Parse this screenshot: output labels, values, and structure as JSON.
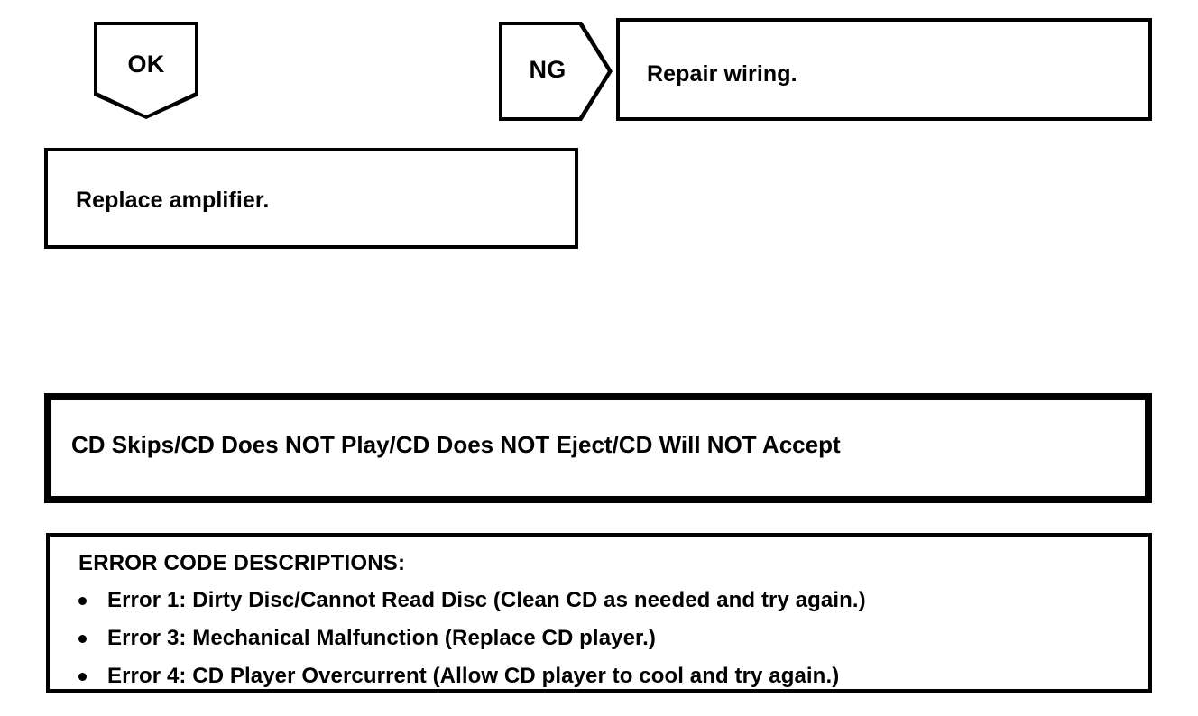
{
  "diagram": {
    "ok_tag": {
      "label": "OK",
      "shape": "pentagon-down"
    },
    "ng_tag": {
      "label": "NG",
      "shape": "pentagon-right"
    },
    "repair_wiring_box": {
      "text": "Repair wiring."
    },
    "replace_amplifier_box": {
      "text": "Replace amplifier."
    },
    "section_title": {
      "text": "CD Skips/CD Does NOT Play/CD Does NOT Eject/CD Will NOT Accept"
    },
    "error_codes": {
      "heading": "ERROR CODE DESCRIPTIONS:",
      "items": [
        "Error 1: Dirty Disc/Cannot Read Disc (Clean CD as needed and try again.)",
        "Error 3: Mechanical Malfunction (Replace CD player.)",
        "Error 4: CD Player Overcurrent (Allow CD player to cool and try again.)"
      ]
    }
  },
  "colors": {
    "ink": "#000000",
    "paper": "#ffffff"
  }
}
